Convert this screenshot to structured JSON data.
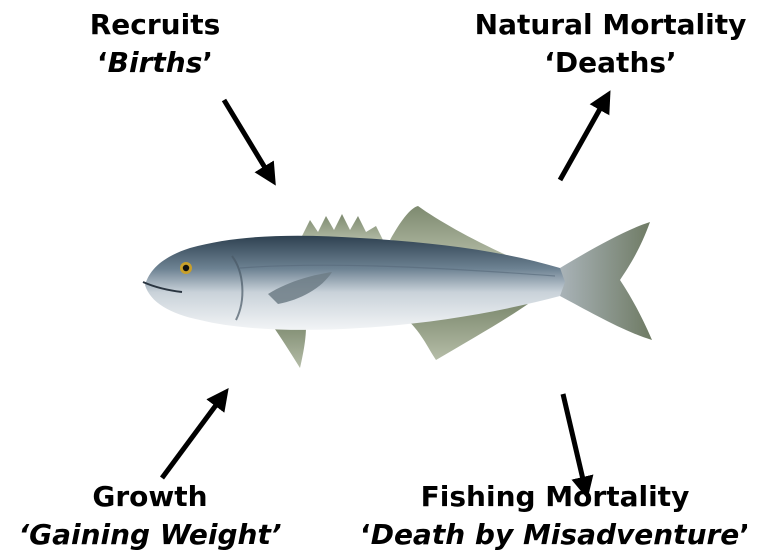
{
  "labels": {
    "recruits": {
      "title": "Recruits",
      "quote_open": "‘",
      "subtitle": "Births",
      "quote_close": "’"
    },
    "natural": {
      "title": "Natural Mortality",
      "subtitle": "‘Deaths’"
    },
    "growth": {
      "title": "Growth",
      "subtitle": "‘Gaining Weight’"
    },
    "fishing": {
      "title": "Fishing Mortality",
      "quote_open": "‘",
      "subtitle": "Death by Misadventure",
      "quote_close": "’"
    }
  },
  "colors": {
    "arrow": "#000000",
    "fish_back": "#3f5566",
    "fish_belly": "#e8ecef",
    "fin": "#8e9a7e"
  },
  "icons": {
    "fish": "bluefish-illustration",
    "arrows": [
      "arrow-in-icon",
      "arrow-out-icon"
    ]
  }
}
